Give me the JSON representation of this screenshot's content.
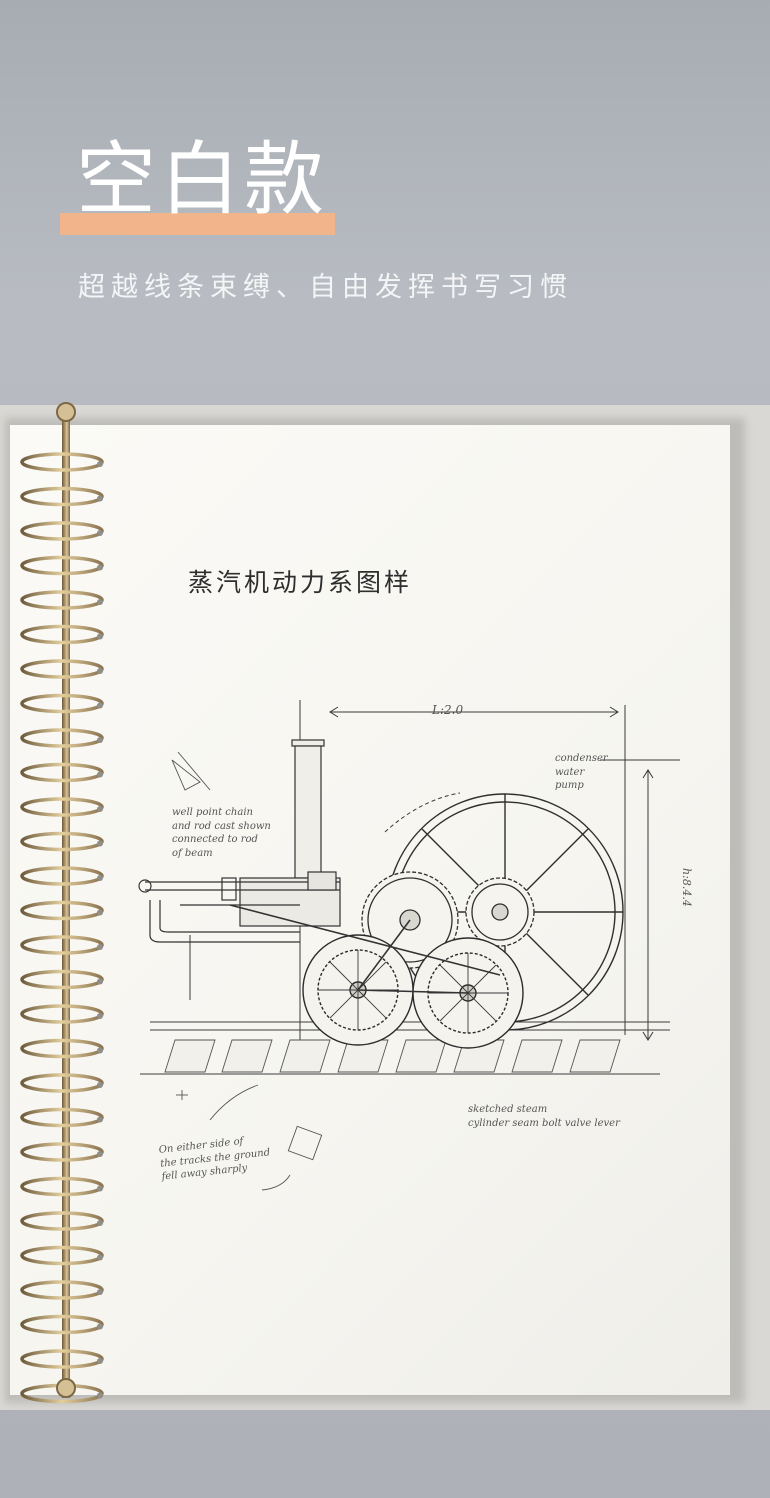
{
  "hero": {
    "title": "空白款",
    "subtitle": "超越线条束缚、自由发挥书写习惯",
    "accent_color": "#f2b48a"
  },
  "notebook": {
    "page_heading": "蒸汽机动力系图样",
    "dimension_length": "L:2.0",
    "dimension_height": "h:8.4.4",
    "note_top_left": "well point chain\nand rod cast shown\nconnected to rod\nof beam",
    "note_top_right": "condenser\nwater\npump",
    "note_bottom_left": "On either side of\nthe tracks the ground\nfell away sharply",
    "note_bottom_right": "sketched steam\ncylinder seam bolt valve lever",
    "binding": "spiral-wire-icon"
  }
}
